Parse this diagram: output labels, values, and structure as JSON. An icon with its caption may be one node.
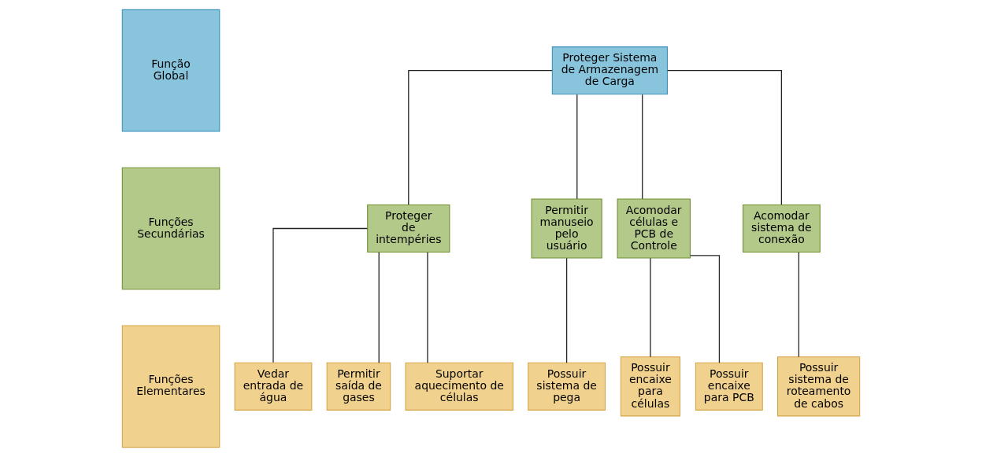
{
  "diagram": {
    "nodes": [
      {
        "text": [
          "Função Global"
        ]
      },
      {
        "text": [
          "Funções Secundárias"
        ]
      },
      {
        "text": [
          "Funções Elementares"
        ]
      },
      {
        "text": [
          "Proteger Sistema de Armazenagem de Carga"
        ]
      },
      {
        "text": [
          "Proteger de intempéries"
        ]
      },
      {
        "text": [
          "Permitir manuseio pelo usuário"
        ]
      },
      {
        "text": [
          "Acomodar células e PCB de Controle"
        ]
      },
      {
        "text": [
          "Acomodar sistema de conexão"
        ]
      },
      {
        "text": [
          "Vedar entrada de água"
        ]
      },
      {
        "text": [
          "Permitir saída de gases"
        ]
      },
      {
        "text": [
          "Suportar aquecimento de células"
        ]
      },
      {
        "text": [
          "Possuir sistema de pega"
        ]
      },
      {
        "text": [
          "Possuir encaixe para células"
        ]
      },
      {
        "text": [
          "Possuir encaixe para PCB"
        ]
      },
      {
        "text": [
          "Possuir sistema de roteamento de cabos"
        ]
      }
    ],
    "edges": [
      {
        "from": 3,
        "to": 4,
        "arrow": "none"
      },
      {
        "from": 3,
        "to": 5,
        "arrow": "none"
      },
      {
        "from": 3,
        "to": 6,
        "arrow": "none"
      },
      {
        "from": 3,
        "to": 7,
        "arrow": "none"
      },
      {
        "from": 4,
        "to": 8,
        "arrow": "none"
      },
      {
        "from": 4,
        "to": 9,
        "arrow": "none"
      },
      {
        "from": 4,
        "to": 10,
        "arrow": "none"
      },
      {
        "from": 5,
        "to": 11,
        "arrow": "none"
      },
      {
        "from": 6,
        "to": 12,
        "arrow": "none"
      },
      {
        "from": 6,
        "to": 13,
        "arrow": "none"
      },
      {
        "from": 7,
        "to": 14,
        "arrow": "none"
      }
    ]
  }
}
